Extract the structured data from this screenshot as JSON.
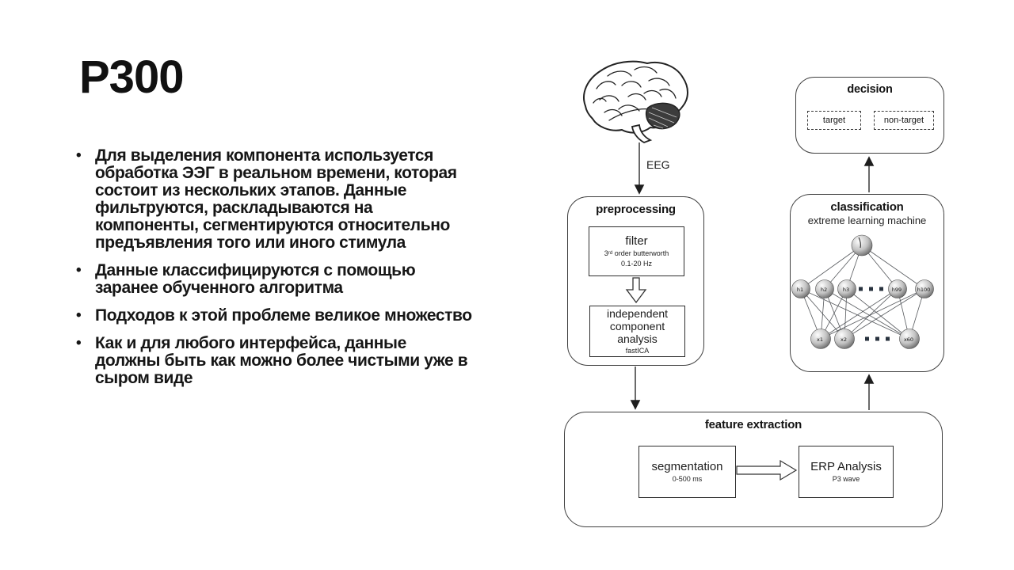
{
  "slide": {
    "title": "P300",
    "bullets": [
      "Для выделения компонента используется обработка ЭЭГ в реальном времени, которая состоит из нескольких этапов. Данные фильтруются, раскладываются на компоненты, сегментируются относительно предъявления того или иного стимула",
      "Данные классифицируются с помощью заранее обученного алгоритма",
      "Подходов к этой проблеме великое множество",
      "Как и для любого интерфейса, данные должны быть как можно более чистыми уже в сыром виде"
    ]
  },
  "diagram": {
    "eeg_label": "EEG",
    "preprocessing": {
      "title": "preprocessing",
      "filter_title": "filter",
      "filter_sub1": "3ʳᵈ order butterworth",
      "filter_sub2": "0.1-20 Hz",
      "ica_title": "independent component analysis",
      "ica_sub": "fastICA"
    },
    "decision": {
      "title": "decision",
      "target": "target",
      "non_target": "non-target"
    },
    "classification": {
      "title": "classification",
      "subtitle": "extreme learning machine",
      "hidden_nodes": [
        "h1",
        "h2",
        "h3",
        "h99",
        "h100"
      ],
      "input_nodes": [
        "x1",
        "x2",
        "x60"
      ]
    },
    "feature_extraction": {
      "title": "feature extraction",
      "seg_title": "segmentation",
      "seg_sub": "0-500 ms",
      "erp_title": "ERP Analysis",
      "erp_sub": "P3 wave"
    },
    "colors": {
      "ink": "#1a1a1a",
      "box_border": "#3f3f3f"
    }
  }
}
